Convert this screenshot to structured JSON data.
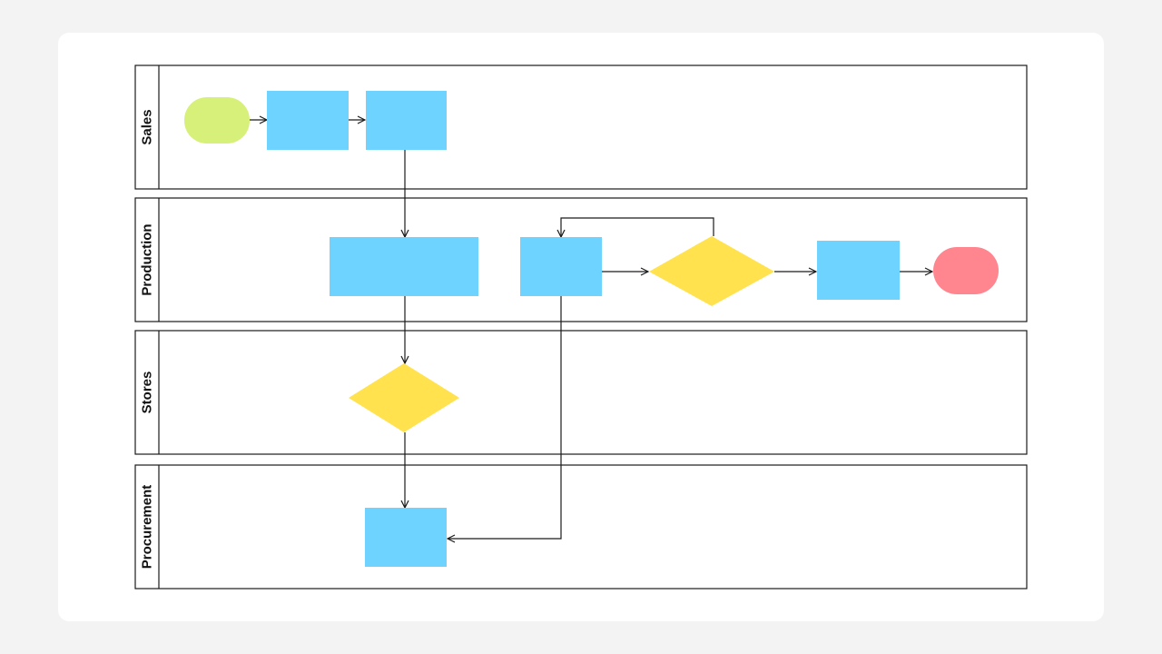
{
  "colors": {
    "background": "#f3f3f4",
    "card": "#ffffff",
    "lane_border": "#1a1a1a",
    "connector": "#1a1a1a",
    "start_terminal": "#d6f07a",
    "end_terminal": "#ff858f",
    "process": "#6fd3ff",
    "decision": "#ffe24d"
  },
  "lanes": [
    {
      "id": "sales",
      "label": "Sales"
    },
    {
      "id": "production",
      "label": "Production"
    },
    {
      "id": "stores",
      "label": "Stores"
    },
    {
      "id": "procurement",
      "label": "Procurement"
    }
  ],
  "nodes": [
    {
      "id": "start",
      "lane": "sales",
      "kind": "start-terminal"
    },
    {
      "id": "sales-step-1",
      "lane": "sales",
      "kind": "process"
    },
    {
      "id": "sales-step-2",
      "lane": "sales",
      "kind": "process"
    },
    {
      "id": "production-step-1",
      "lane": "production",
      "kind": "process"
    },
    {
      "id": "production-step-2",
      "lane": "production",
      "kind": "process"
    },
    {
      "id": "production-decision",
      "lane": "production",
      "kind": "decision"
    },
    {
      "id": "production-step-3",
      "lane": "production",
      "kind": "process"
    },
    {
      "id": "end",
      "lane": "production",
      "kind": "end-terminal"
    },
    {
      "id": "stores-decision",
      "lane": "stores",
      "kind": "decision"
    },
    {
      "id": "procurement-step",
      "lane": "procurement",
      "kind": "process"
    }
  ],
  "edges": [
    {
      "from": "start",
      "to": "sales-step-1"
    },
    {
      "from": "sales-step-1",
      "to": "sales-step-2"
    },
    {
      "from": "sales-step-2",
      "to": "production-step-1"
    },
    {
      "from": "production-step-1",
      "to": "stores-decision"
    },
    {
      "from": "stores-decision",
      "to": "procurement-step"
    },
    {
      "from": "production-step-2",
      "to": "production-decision"
    },
    {
      "from": "production-decision",
      "to": "production-step-2"
    },
    {
      "from": "production-decision",
      "to": "production-step-3"
    },
    {
      "from": "production-step-3",
      "to": "end"
    },
    {
      "from": "production-step-2",
      "to": "procurement-step"
    }
  ]
}
